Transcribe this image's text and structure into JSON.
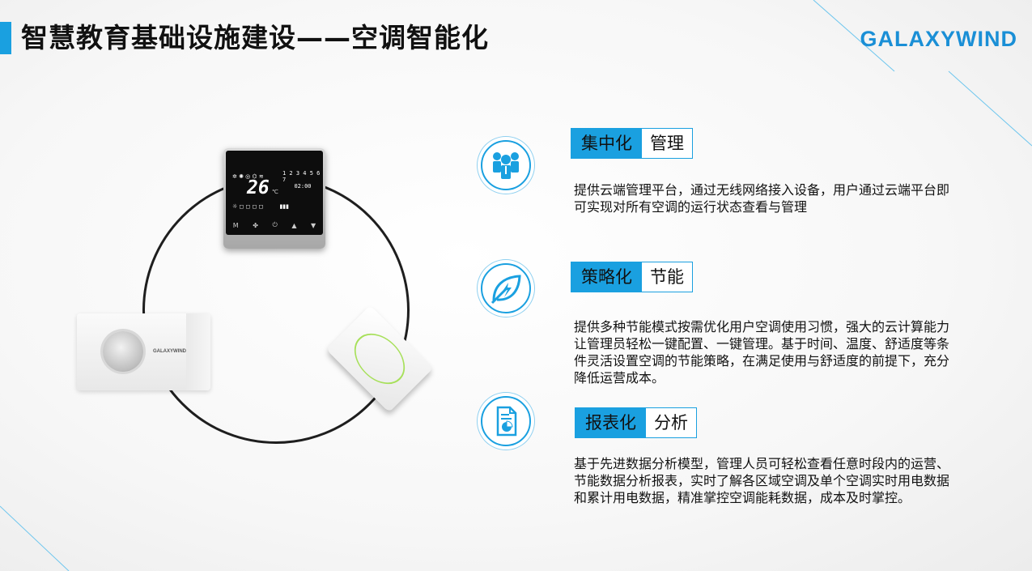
{
  "header": {
    "title": "智慧教育基础设施建设——空调智能化",
    "logo": "GALAXYWIND"
  },
  "colors": {
    "accent": "#1aa0e0",
    "logo": "#1a8fd6"
  },
  "devices": {
    "thermostat": {
      "temperature": "26",
      "unit": "℃",
      "clock_digits": "1 2 3 4 5 6 7",
      "time": "02:00"
    },
    "motion_sensor": {
      "brand": "GALAXYWIND"
    }
  },
  "features": [
    {
      "icon": "people-group-icon",
      "main": "集中化",
      "sub": "管理",
      "description": "提供云端管理平台，通过无线网络接入设备，用户通过云端平台即可实现对所有空调的运行状态查看与管理"
    },
    {
      "icon": "leaf-energy-icon",
      "main": "策略化",
      "sub": "节能",
      "description": "提供多种节能模式按需优化用户空调使用习惯，强大的云计算能力让管理员轻松一键配置、一键管理。基于时间、温度、舒适度等条件灵活设置空调的节能策略，在满足使用与舒适度的前提下，充分降低运营成本。"
    },
    {
      "icon": "report-document-icon",
      "main": "报表化",
      "sub": "分析",
      "description": "基于先进数据分析模型，管理人员可轻松查看任意时段内的运营、节能数据分析报表，实时了解各区域空调及单个空调实时用电数据和累计用电数据，精准掌控空调能耗数据，成本及时掌控。"
    }
  ]
}
